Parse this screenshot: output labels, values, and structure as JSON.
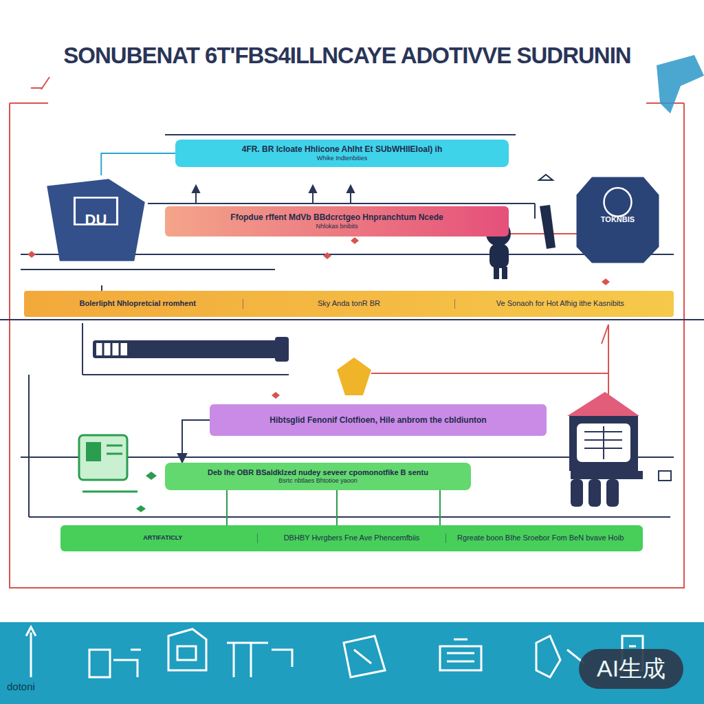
{
  "diagram": {
    "title": "SONUBENAT 6T'FBS4ILLNCAYE ADOTIVVE SUDRUNIN",
    "nodes": [
      {
        "text": [
          "4FR. BR Icloate Hhlicone Ahlht Et SUbWHIIEIoal) ih",
          "Whike Indtenbities"
        ]
      },
      {
        "text": [
          "DU"
        ]
      },
      {
        "text": [
          "Ffopdue rffent MdVb BBdcrctgeo Hnpranchtum Ncede",
          "Nhlokas bnibits"
        ]
      },
      {
        "text": [
          "TOKNBIS"
        ]
      },
      {
        "text": [
          "Bolerlipht Nhlopretcial rromhent",
          "Sky Anda tonR BR",
          "Ve Sonaoh for Hot Afhig ithe Kasnibits"
        ]
      },
      {
        "text": [
          "Hibtsglid Fenonif Clotfioen, Hile anbrom the cbldiunton"
        ]
      },
      {
        "text": [
          "Deb lhe OBR BSaldklzed nudey seveer cpomonotfike B sentu",
          "Bsrtc nbtlaes Bhtotioe yaoon"
        ]
      },
      {
        "text": [
          "ARTIFATICLY",
          "DBHBY Hvrgbers Fne Ave Phencemfbiis",
          "Rgreate boon BIhe Sroebor Fom BeN bvave Hoib"
        ]
      }
    ],
    "edges": [
      {
        "from": 1,
        "to": 0,
        "arrow": "none"
      },
      {
        "from": 5,
        "to": 6,
        "arrow": "to"
      }
    ],
    "labels": [
      "dotoni",
      "AI生成"
    ]
  }
}
